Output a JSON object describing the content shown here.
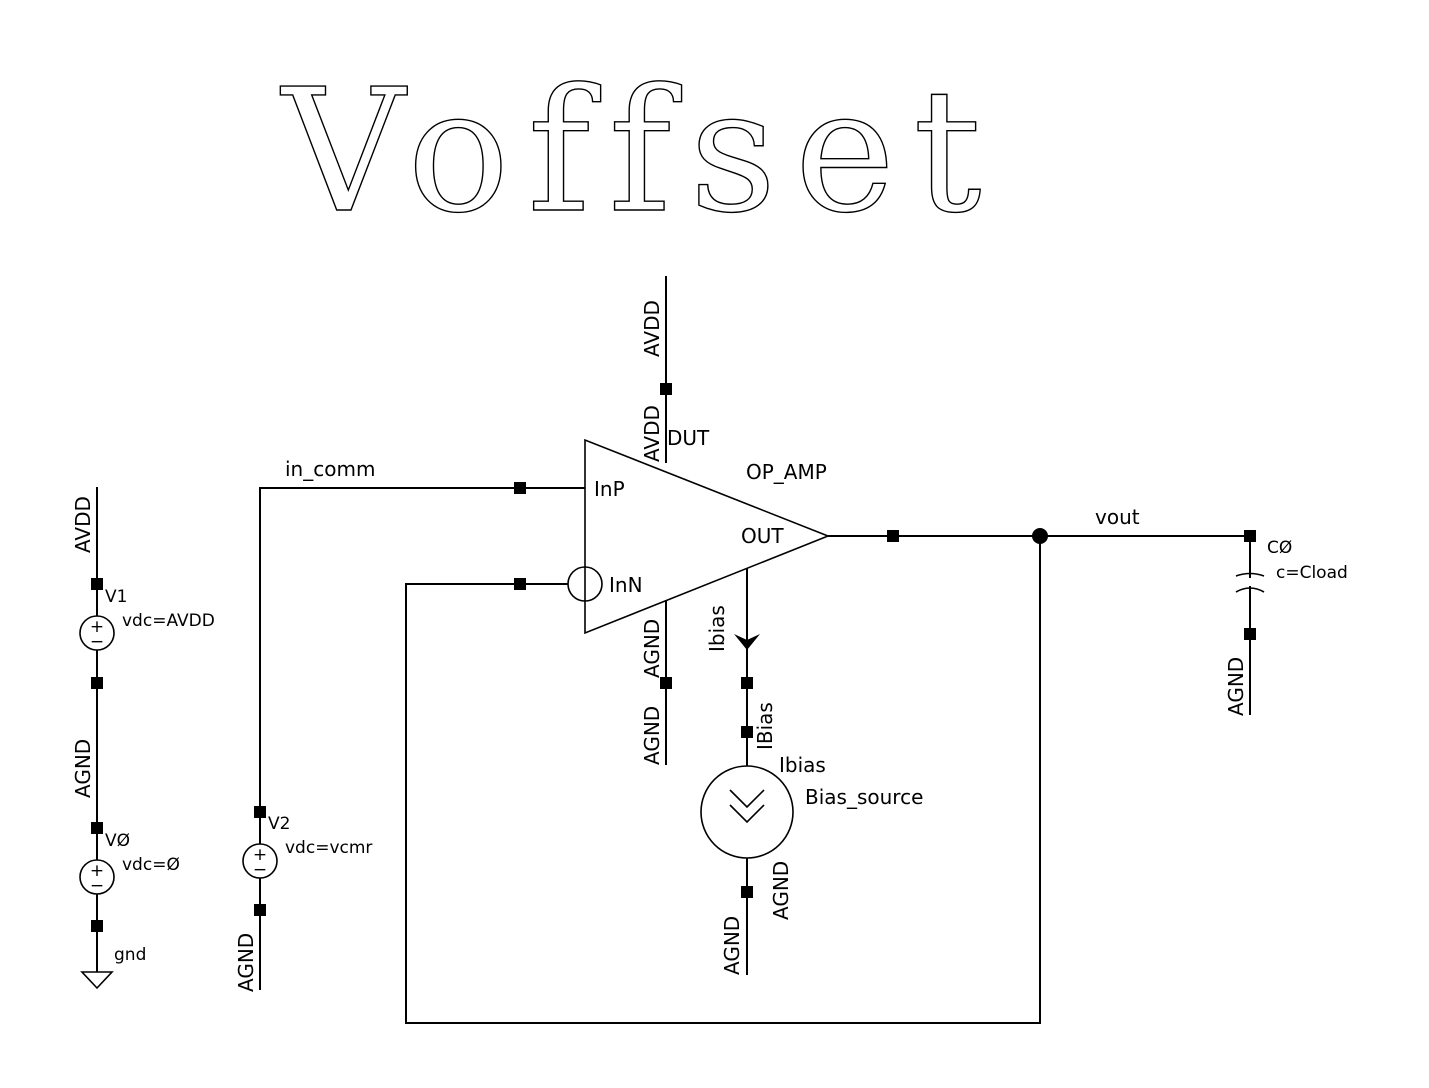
{
  "title": "Voffset",
  "opamp": {
    "instance": "DUT",
    "cell": "OP_AMP",
    "pins": {
      "inp": "InP",
      "inn": "InN",
      "out": "OUT",
      "avdd": "AVDD",
      "agnd": "AGND",
      "ibias": "Ibias"
    }
  },
  "nets": {
    "avdd": "AVDD",
    "agnd": "AGND",
    "in_comm": "in_comm",
    "vout": "vout",
    "gnd": "gnd"
  },
  "v1": {
    "name": "V1",
    "param": "vdc=AVDD"
  },
  "v0": {
    "name": "VØ",
    "param": "vdc=Ø"
  },
  "v2": {
    "name": "V2",
    "param": "vdc=vcmr"
  },
  "c0": {
    "name": "CØ",
    "param": "c=Cload"
  },
  "bias": {
    "name": "Ibias",
    "cell": "Bias_source",
    "pin": "IBias"
  },
  "source_signs": {
    "plus": "+",
    "minus": "−"
  }
}
